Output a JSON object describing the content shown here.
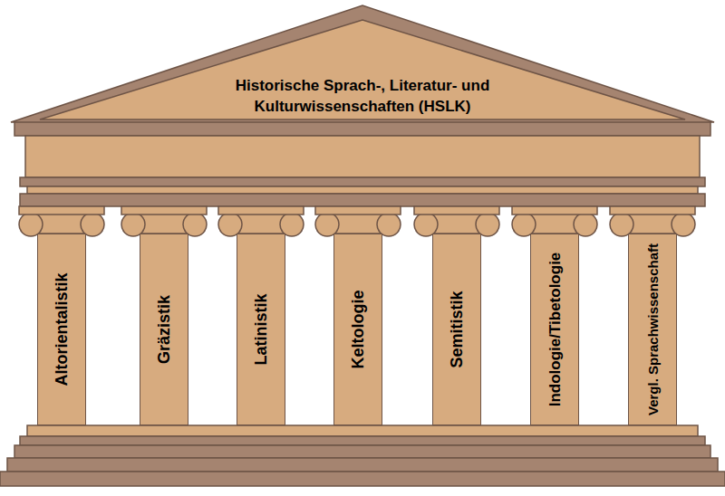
{
  "diagram": {
    "nodes": [
      {
        "text": [
          "Historische Sprach-, Literatur- und Kulturwissenschaften (HSLK)"
        ]
      },
      {
        "text": [
          "Altorientalistik"
        ]
      },
      {
        "text": [
          "Gräzistik"
        ]
      },
      {
        "text": [
          "Latinistik"
        ]
      },
      {
        "text": [
          "Keltologie"
        ]
      },
      {
        "text": [
          "Semitistik"
        ]
      },
      {
        "text": [
          "Indologie/Tibetologie"
        ]
      },
      {
        "text": [
          "Vergl. Sprachwissenschaft"
        ]
      }
    ]
  }
}
